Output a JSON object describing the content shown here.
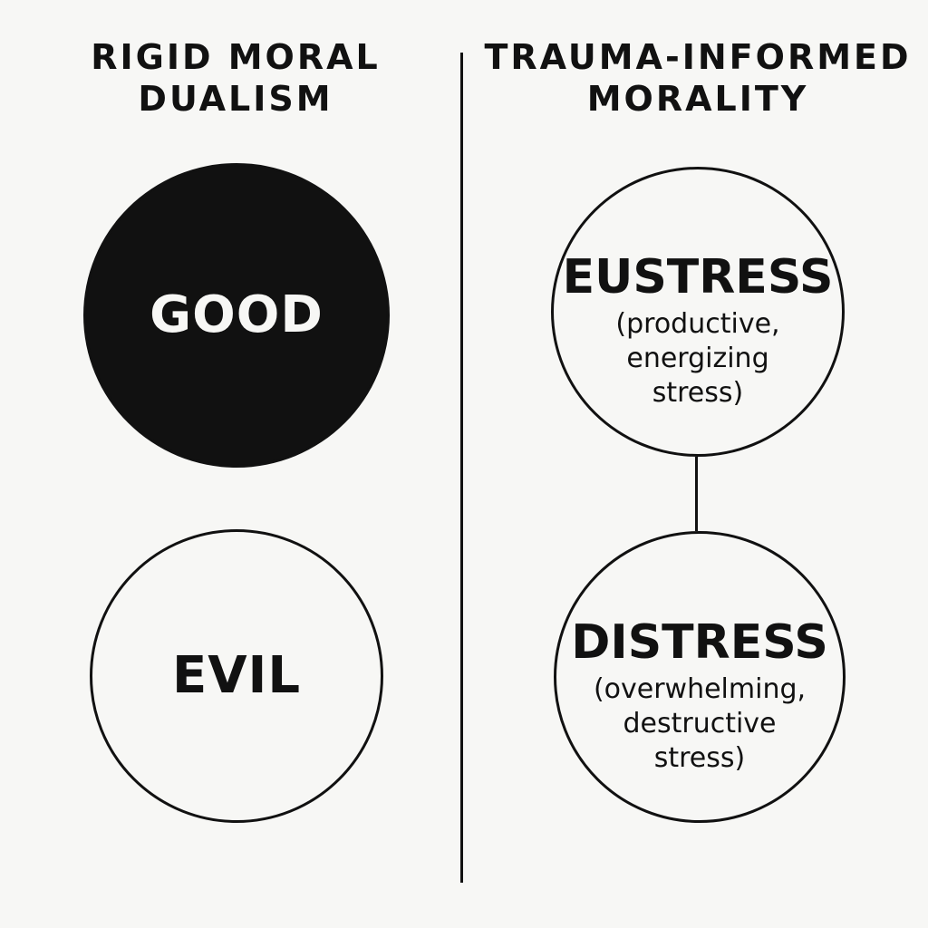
{
  "left_column": {
    "heading": "RIGID MORAL\nDUALISM",
    "top_circle": {
      "label": "GOOD",
      "style": "filled"
    },
    "bottom_circle": {
      "label": "EVIL",
      "style": "outline"
    }
  },
  "right_column": {
    "heading": "TRAUMA-INFORMED\nMORALITY",
    "top_circle": {
      "label": "EUSTRESS",
      "description": "(productive,\nenergizing\nstress)"
    },
    "bottom_circle": {
      "label": "DISTRESS",
      "description": "(overwhelming,\ndestructive\nstress)"
    }
  },
  "colors": {
    "background": "#f7f7f5",
    "ink": "#111111"
  }
}
